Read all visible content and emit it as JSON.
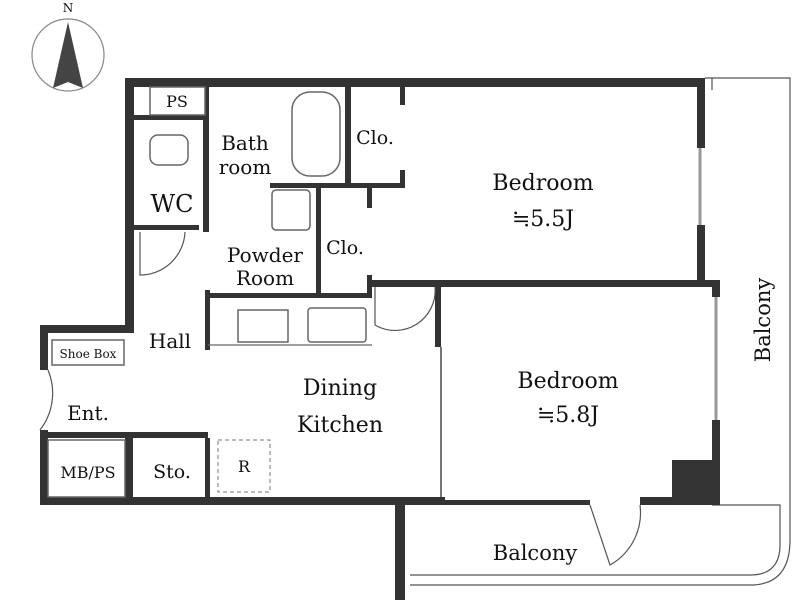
{
  "compass": {
    "north": "N"
  },
  "rooms": {
    "ps_top": "PS",
    "bath_1": "Bath",
    "bath_2": "room",
    "closet_1": "Clo.",
    "closet_2": "Clo.",
    "wc": "WC",
    "powder_1": "Powder",
    "powder_2": "Room",
    "hall": "Hall",
    "shoe_box": "Shoe Box",
    "entrance": "Ent.",
    "mb_ps": "MB/PS",
    "storage": "Sto.",
    "refrigerator": "R",
    "dining_1": "Dining",
    "dining_2": "Kitchen",
    "bedroom1_name": "Bedroom",
    "bedroom1_size": "≒5.5J",
    "bedroom2_name": "Bedroom",
    "bedroom2_size": "≒5.8J",
    "balcony_side": "Balcony",
    "balcony_bottom": "Balcony"
  }
}
